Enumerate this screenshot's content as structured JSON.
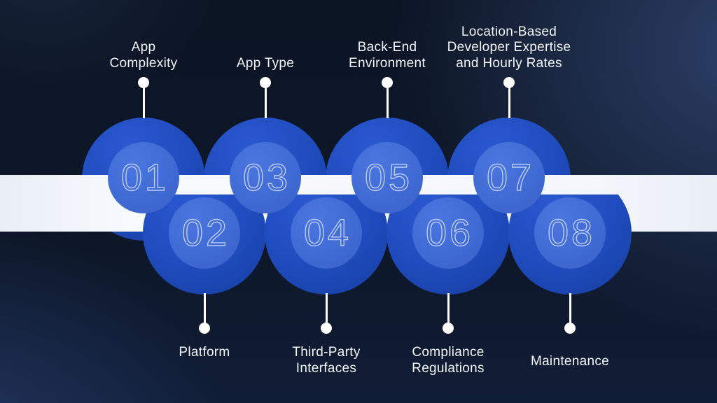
{
  "colors": {
    "bg": "#0d1627",
    "band": "#f4f7fb",
    "outer": "#1e4bbc",
    "inner": "#3f69d3",
    "number": "#c6d6f8",
    "label": "#f3f6fb",
    "connector": "#ffffff"
  },
  "items": [
    {
      "number": "01",
      "position": "top",
      "label": "App Complexity",
      "label_lines": [
        "App",
        "Complexity"
      ]
    },
    {
      "number": "02",
      "position": "bottom",
      "label": "Platform",
      "label_lines": [
        "Platform"
      ]
    },
    {
      "number": "03",
      "position": "top",
      "label": "App Type",
      "label_lines": [
        "App Type"
      ]
    },
    {
      "number": "04",
      "position": "bottom",
      "label": "Third-Party Interfaces",
      "label_lines": [
        "Third-Party",
        "Interfaces"
      ]
    },
    {
      "number": "05",
      "position": "top",
      "label": "Back-End Environment",
      "label_lines": [
        "Back-End",
        "Environment"
      ]
    },
    {
      "number": "06",
      "position": "bottom",
      "label": "Compliance Regulations",
      "label_lines": [
        "Compliance",
        "Regulations"
      ]
    },
    {
      "number": "07",
      "position": "top",
      "label": "Location-Based Developer Expertise and Hourly Rates",
      "label_lines": [
        "Location-Based",
        "Developer Expertise",
        "and Hourly Rates"
      ]
    },
    {
      "number": "08",
      "position": "bottom",
      "label": "Maintenance",
      "label_lines": [
        "Maintenance"
      ]
    }
  ]
}
